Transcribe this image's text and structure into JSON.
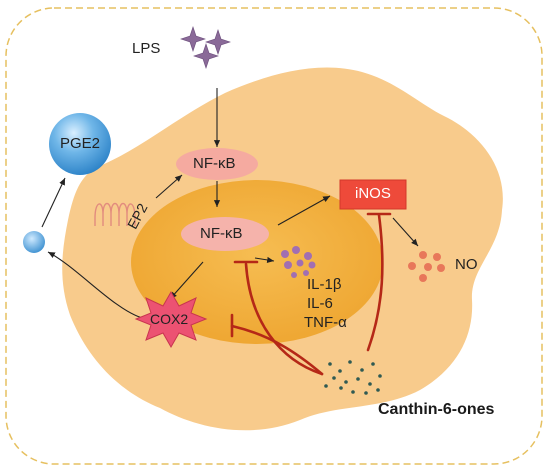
{
  "labels": {
    "lps": "LPS",
    "nfkb_cyto": "NF-κB",
    "nfkb_nuc": "NF-κB",
    "inos": "iNOS",
    "no": "NO",
    "pge2": "PGE2",
    "ep2": "EP2",
    "cox2": "COX2",
    "cytokines": [
      "IL-1β",
      "IL-6",
      "TNF-α"
    ],
    "compound": "Canthin-6-ones"
  },
  "colors": {
    "frame_border": "#e6c060",
    "cell_fill": "#f8cb8c",
    "nucleus_fill": "#f2b03d",
    "nfkb_pill": "#f5aaa0",
    "inos_box": "#ee4a3a",
    "inhibition_red": "#b52817",
    "cox2_star": "#ec5272",
    "pge2_sphere": "#3d97d6",
    "lps_star": "#8a6a98",
    "dots_purple": "#a16fb2",
    "dots_orange": "#e8775a",
    "compound_dots": "#2f5a52"
  }
}
